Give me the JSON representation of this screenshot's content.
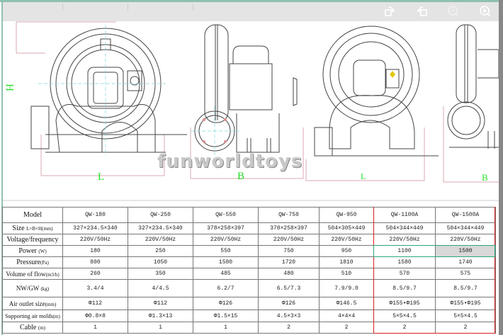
{
  "toolbar": {
    "icons": [
      {
        "name": "rotate-right-icon"
      },
      {
        "name": "rotate-left-icon"
      },
      {
        "name": "zoom-out-icon",
        "disabled": true
      },
      {
        "name": "zoom-in-icon"
      }
    ]
  },
  "drawing": {
    "labels": {
      "h": "H",
      "l1": "L",
      "b1": "B",
      "l2": "L",
      "b2": "B"
    },
    "watermark": "funworldtoys"
  },
  "table": {
    "rows": [
      {
        "label": "Model",
        "unit": "",
        "values": [
          "QW-180",
          "QW-250",
          "QW-550",
          "QW-750",
          "QW-950",
          "QW-1100A",
          "QW-1500A"
        ]
      },
      {
        "label": "Size",
        "unit": "L×B×H(mm)",
        "values": [
          "327×234.5×340",
          "327×234.5×340",
          "378×258×397",
          "378×258×397",
          "504×305×449",
          "504×344×449",
          "504×344×449"
        ]
      },
      {
        "label": "Voltage/frequency",
        "unit": "",
        "values": [
          "220V/50Hz",
          "220V/50Hz",
          "220V/50Hz",
          "220V/50Hz",
          "220V/50Hz",
          "220V/50Hz",
          "220V/50Hz"
        ]
      },
      {
        "label": "Power",
        "unit": "(W)",
        "values": [
          "180",
          "250",
          "550",
          "750",
          "950",
          "1100",
          "1500"
        ]
      },
      {
        "label": "Pressure",
        "unit": "(Pa)",
        "values": [
          "800",
          "1050",
          "1580",
          "1720",
          "1810",
          "1580",
          "1740"
        ]
      },
      {
        "label": "Volume of flow",
        "unit": "(m3/h)",
        "values": [
          "260",
          "350",
          "485",
          "480",
          "510",
          "570",
          "575"
        ]
      },
      {
        "label": "NW/GW",
        "unit": "(kg)",
        "values": [
          "3.4/4",
          "4/4.5",
          "6.2/7",
          "6.5/7.3",
          "7.9/9.0",
          "8.5/9.7",
          "8.5/9.7"
        ]
      },
      {
        "label": "Air outlet size",
        "unit": "(mm)",
        "values": [
          "Φ112",
          "Φ112",
          "Φ126",
          "Φ126",
          "Φ146.5",
          "Φ155•Φ195",
          "Φ155•Φ195"
        ]
      },
      {
        "label": "Supporting air molds",
        "unit": "(m)",
        "values": [
          "Φ0.8×8",
          "Φ1.3×13",
          "Φ1.5×15",
          "4.5×3×3",
          "4×4×4",
          "5×5×4.5",
          "5×5×4.5"
        ]
      },
      {
        "label": "Cable",
        "unit": "(m)",
        "values": [
          "1",
          "1",
          "1",
          "2",
          "2",
          "2",
          "2"
        ]
      }
    ]
  }
}
